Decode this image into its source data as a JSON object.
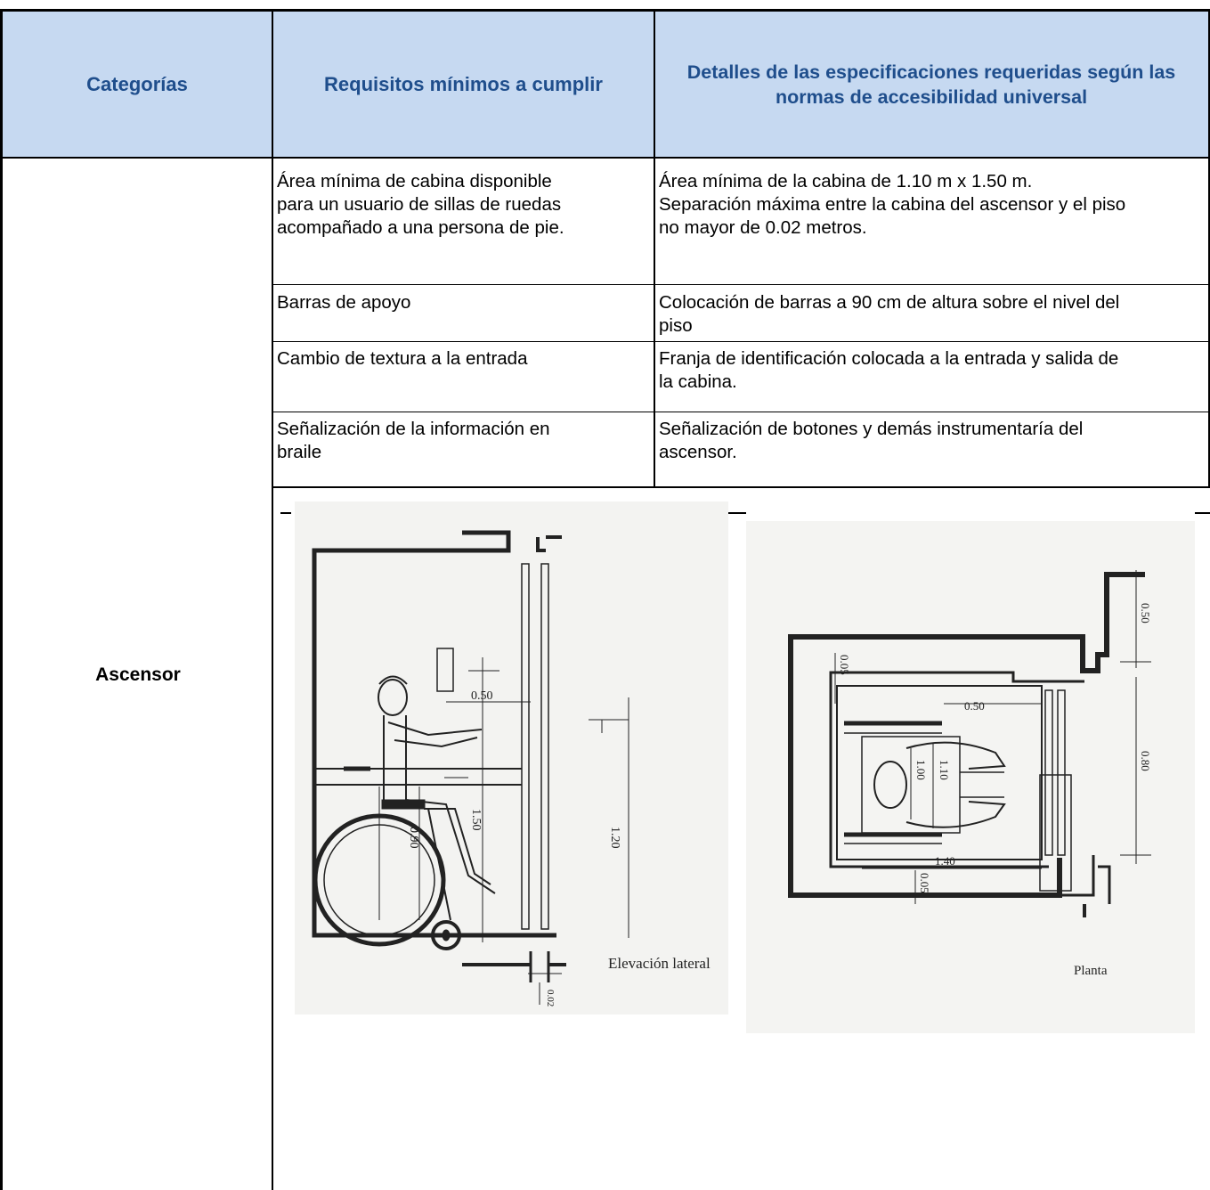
{
  "table": {
    "headers": {
      "categories": "Categorías",
      "requirements": "Requisitos mínimos a cumplir",
      "details": "Detalles de las especificaciones requeridas según las normas de accesibilidad universal"
    },
    "category": "Ascensor",
    "rows": [
      {
        "requirement": [
          "Área mínima de cabina disponible",
          "para un usuario de sillas de ruedas",
          "acompañado a una persona de pie."
        ],
        "detail": [
          "Área mínima de la cabina de 1.10 m x 1.50 m.",
          "Separación máxima entre la cabina del ascensor y el piso",
          "no mayor de 0.02 metros."
        ]
      },
      {
        "requirement": [
          "Barras de apoyo"
        ],
        "detail": [
          "Colocación de barras  a 90 cm de altura sobre el nivel del",
          "piso"
        ]
      },
      {
        "requirement": [
          "Cambio de textura a la entrada"
        ],
        "detail": [
          "Franja de identificación colocada a la entrada y salida de",
          "la cabina."
        ]
      },
      {
        "requirement": [
          "Señalización de la información en",
          "braile"
        ],
        "detail": [
          "Señalización de botones y demás instrumentaría del",
          "ascensor."
        ]
      }
    ]
  },
  "drawings": {
    "elevation": {
      "caption": "Elevación lateral",
      "dims": [
        "0.50",
        "1.50",
        "0.90",
        "1.20",
        "0.02"
      ]
    },
    "plan": {
      "caption": "Planta",
      "dims": [
        "0.05",
        "0.50",
        "1.00",
        "1.10",
        "1.40",
        "0.05",
        "0.50",
        "0.80"
      ]
    }
  }
}
